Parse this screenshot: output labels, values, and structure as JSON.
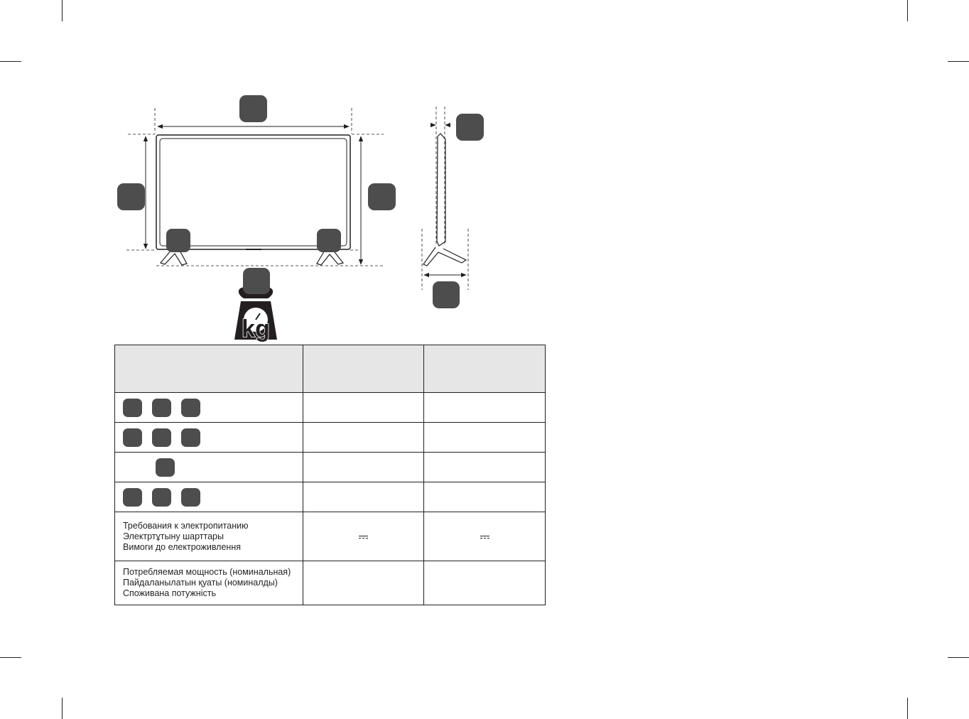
{
  "table": {
    "header": [
      "",
      "",
      ""
    ],
    "rows": [
      {
        "label_lines": [],
        "badges": 3,
        "values": [
          "",
          ""
        ]
      },
      {
        "label_lines": [],
        "badges": 3,
        "values": [
          "",
          ""
        ]
      },
      {
        "label_lines": [],
        "badges": 1,
        "values": [
          "",
          ""
        ]
      },
      {
        "label_lines": [],
        "badges": 3,
        "values": [
          "",
          ""
        ]
      },
      {
        "label_lines": [
          "Требования к электропитанию",
          "Электртұтыну шарттары",
          "Вимоги до електроживлення"
        ],
        "badges": 0,
        "values": [
          "",
          ""
        ],
        "value_symbol": "dc-current-icon"
      },
      {
        "label_lines": [
          "Потребляемая мощность (номинальная)",
          "Пайдаланылатын қуаты (номиналды)",
          "Споживана потужність"
        ],
        "badges": 0,
        "values": [
          "",
          ""
        ]
      }
    ]
  },
  "diagram": {
    "weight_unit": "kg",
    "icons": [
      "tv-front-outline",
      "tv-side-outline",
      "weight-scale-icon"
    ]
  },
  "colors": {
    "badge": "#4d4d4d",
    "line": "#231f20",
    "header_bg": "#e6e6e6"
  }
}
